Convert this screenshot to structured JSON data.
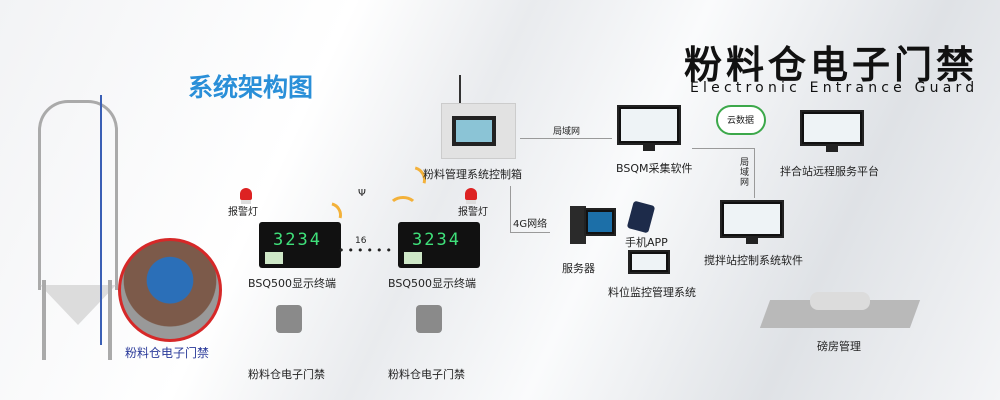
{
  "header": {
    "title": "粉料仓电子门禁",
    "subtitle": "Electronic Entrance Guard",
    "section_title": "系统架构图"
  },
  "nodes": {
    "control_box": "粉料管理系统控制箱",
    "bsqm": "BSQM采集软件",
    "cloud": "云数据",
    "remote_platform": "拌合站远程服务平台",
    "mixing_control": "搅拌站控制系统软件",
    "server": "服务器",
    "mobile_app": "手机APP",
    "level_monitor": "料位监控管理系统",
    "weighbridge": "磅房管理",
    "terminal_1": "BSQ500显示终端",
    "terminal_2": "BSQ500显示终端",
    "alarm_1": "报警灯",
    "alarm_2": "报警灯",
    "gate_1": "粉料仓电子门禁",
    "gate_2": "粉料仓电子门禁",
    "silo_gate": "粉料仓电子门禁",
    "display_digits": "3234",
    "terminal_count": "16"
  },
  "links": {
    "lan_1": "局域网",
    "lan_2": "局域网",
    "net_4g": "4G网络"
  },
  "colors": {
    "accent": "#2a8fd8",
    "wave": "#f3b13a",
    "digits": "#3fe07a",
    "alarm": "#dd2222"
  }
}
